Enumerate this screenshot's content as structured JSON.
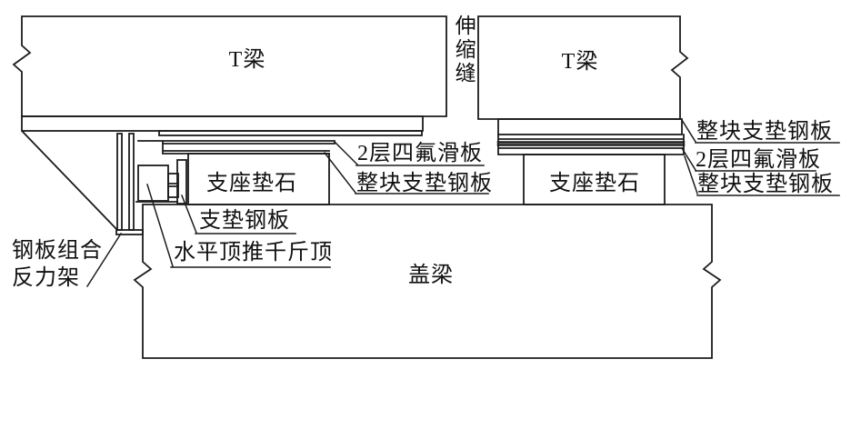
{
  "colors": {
    "line": "#1c1c1c",
    "background": "#ffffff",
    "text": "#111111"
  },
  "labels": {
    "t_beam_left": "T梁",
    "t_beam_right": "T梁",
    "expansion_joint": "伸缩缝",
    "ptfe_slide_left": "2层四氟滑板",
    "whole_steel_plate_left": "整块支垫钢板",
    "whole_steel_plate_right_top": "整块支垫钢板",
    "ptfe_slide_right": "2层四氟滑板",
    "whole_steel_plate_right_bottom": "整块支垫钢板",
    "bearing_stone_left": "支座垫石",
    "bearing_stone_right": "支座垫石",
    "pad_steel_plate": "支垫钢板",
    "horizontal_jack": "水平顶推千斤顶",
    "reaction_frame_line1": "钢板组合",
    "reaction_frame_line2": "反力架",
    "cap_beam": "盖梁"
  }
}
